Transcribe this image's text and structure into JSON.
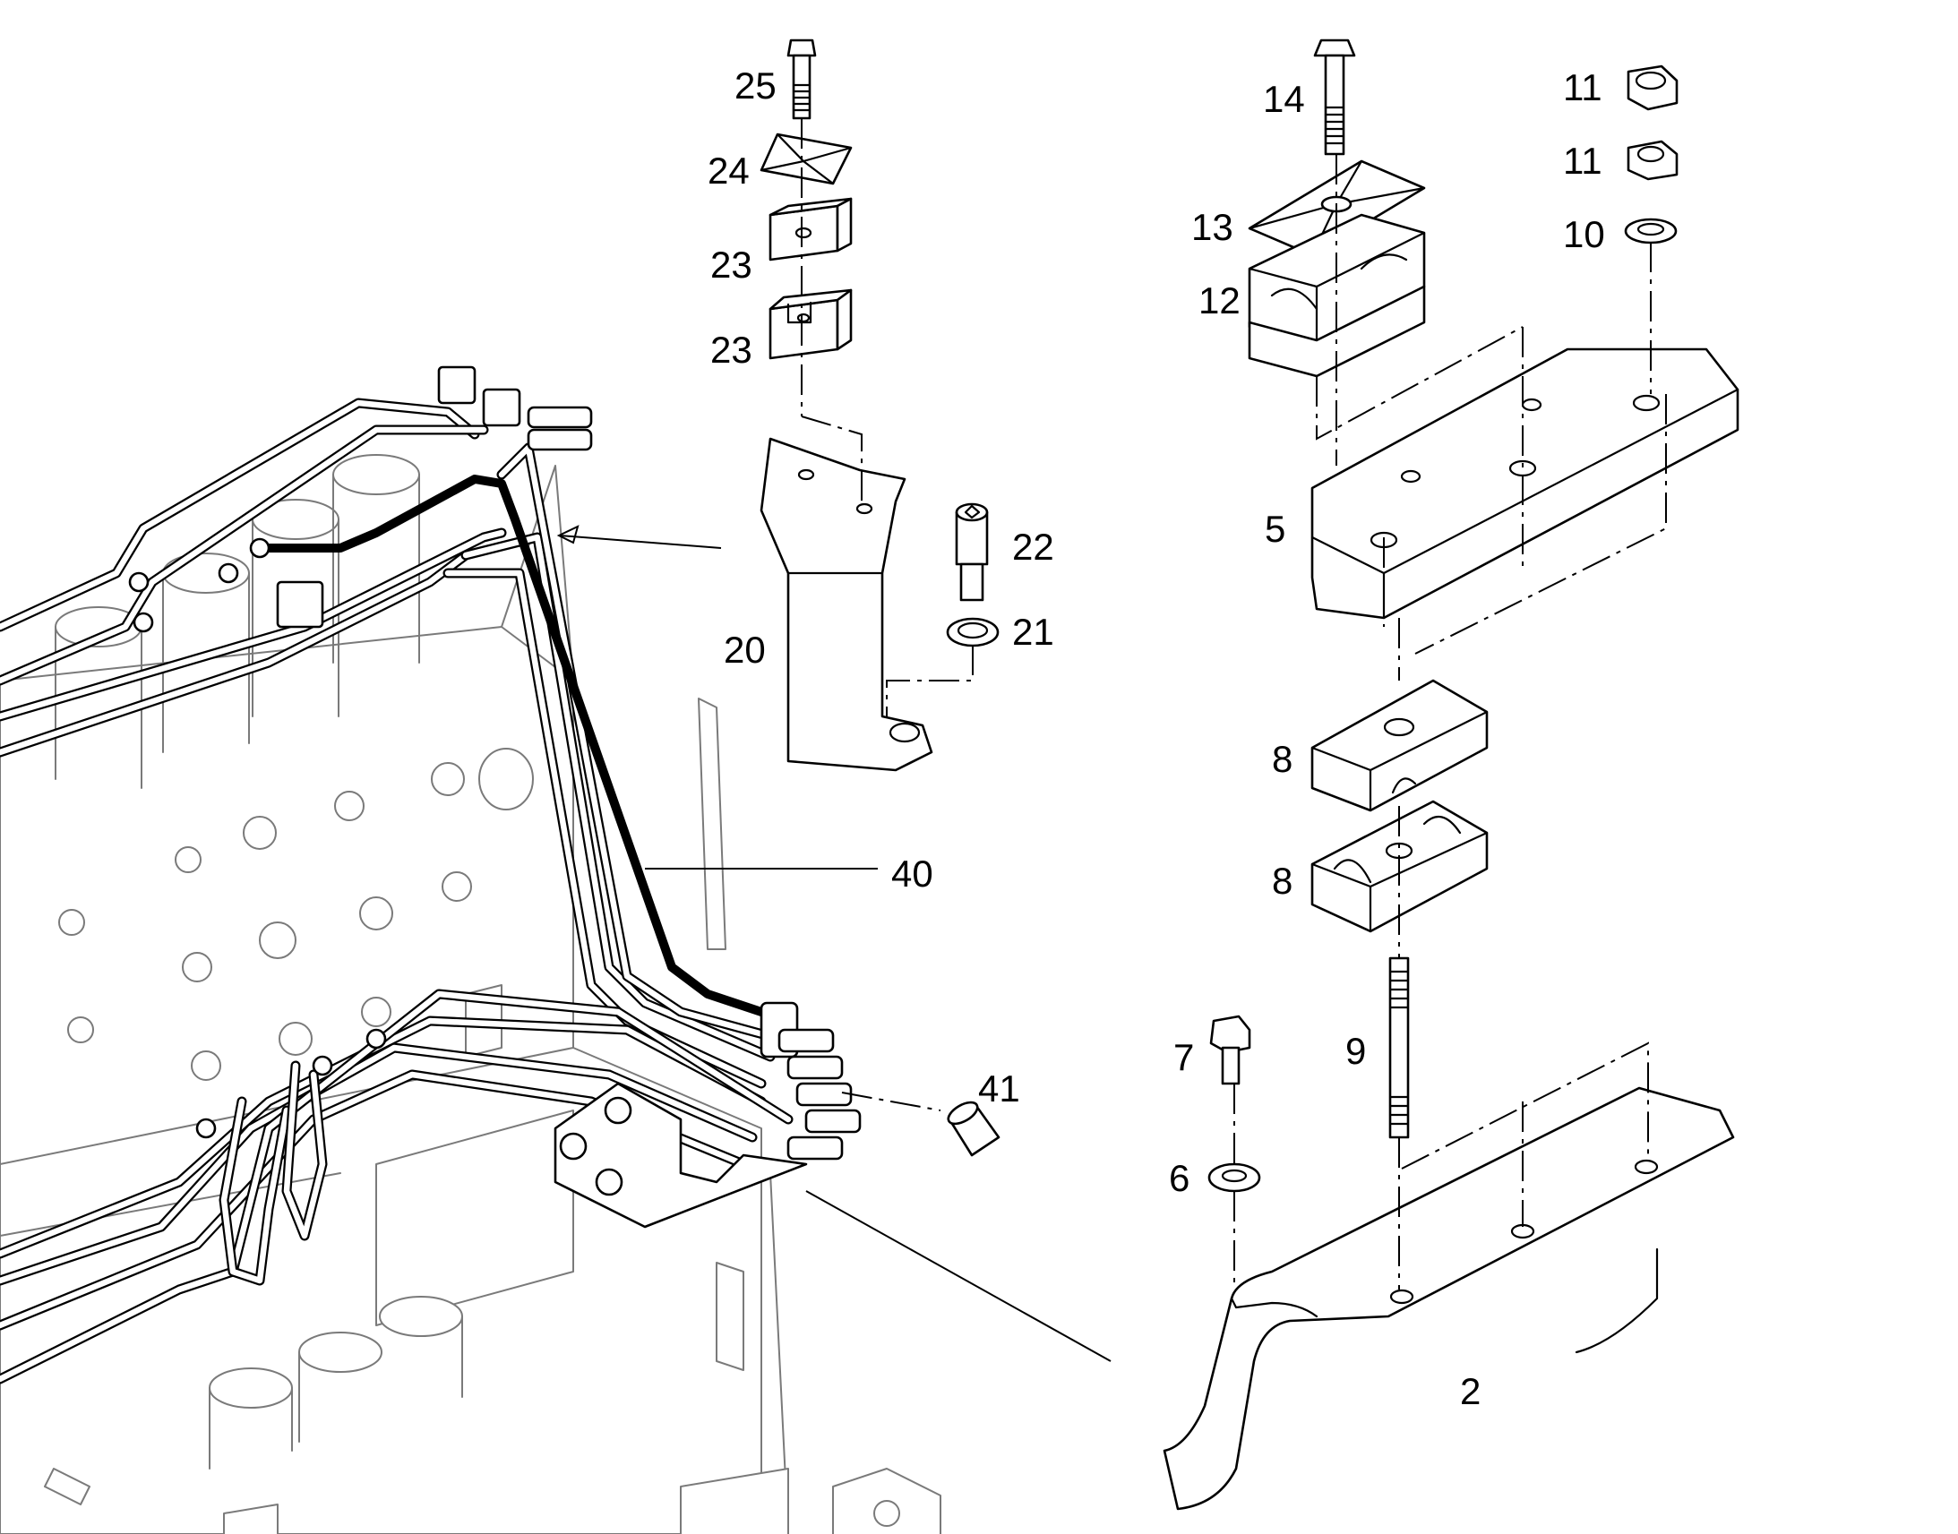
{
  "diagram": {
    "colors": {
      "line": "#000000",
      "background_line": "#7a7a7a",
      "background": "#ffffff"
    },
    "callouts": {
      "c25": "25",
      "c24": "24",
      "c23a": "23",
      "c23b": "23",
      "c22": "22",
      "c21": "21",
      "c20": "20",
      "c40": "40",
      "c41": "41",
      "c14": "14",
      "c13": "13",
      "c12": "12",
      "c11a": "11",
      "c11b": "11",
      "c10": "10",
      "c5": "5",
      "c8a": "8",
      "c8b": "8",
      "c9": "9",
      "c7": "7",
      "c6": "6",
      "c2": "2"
    }
  }
}
